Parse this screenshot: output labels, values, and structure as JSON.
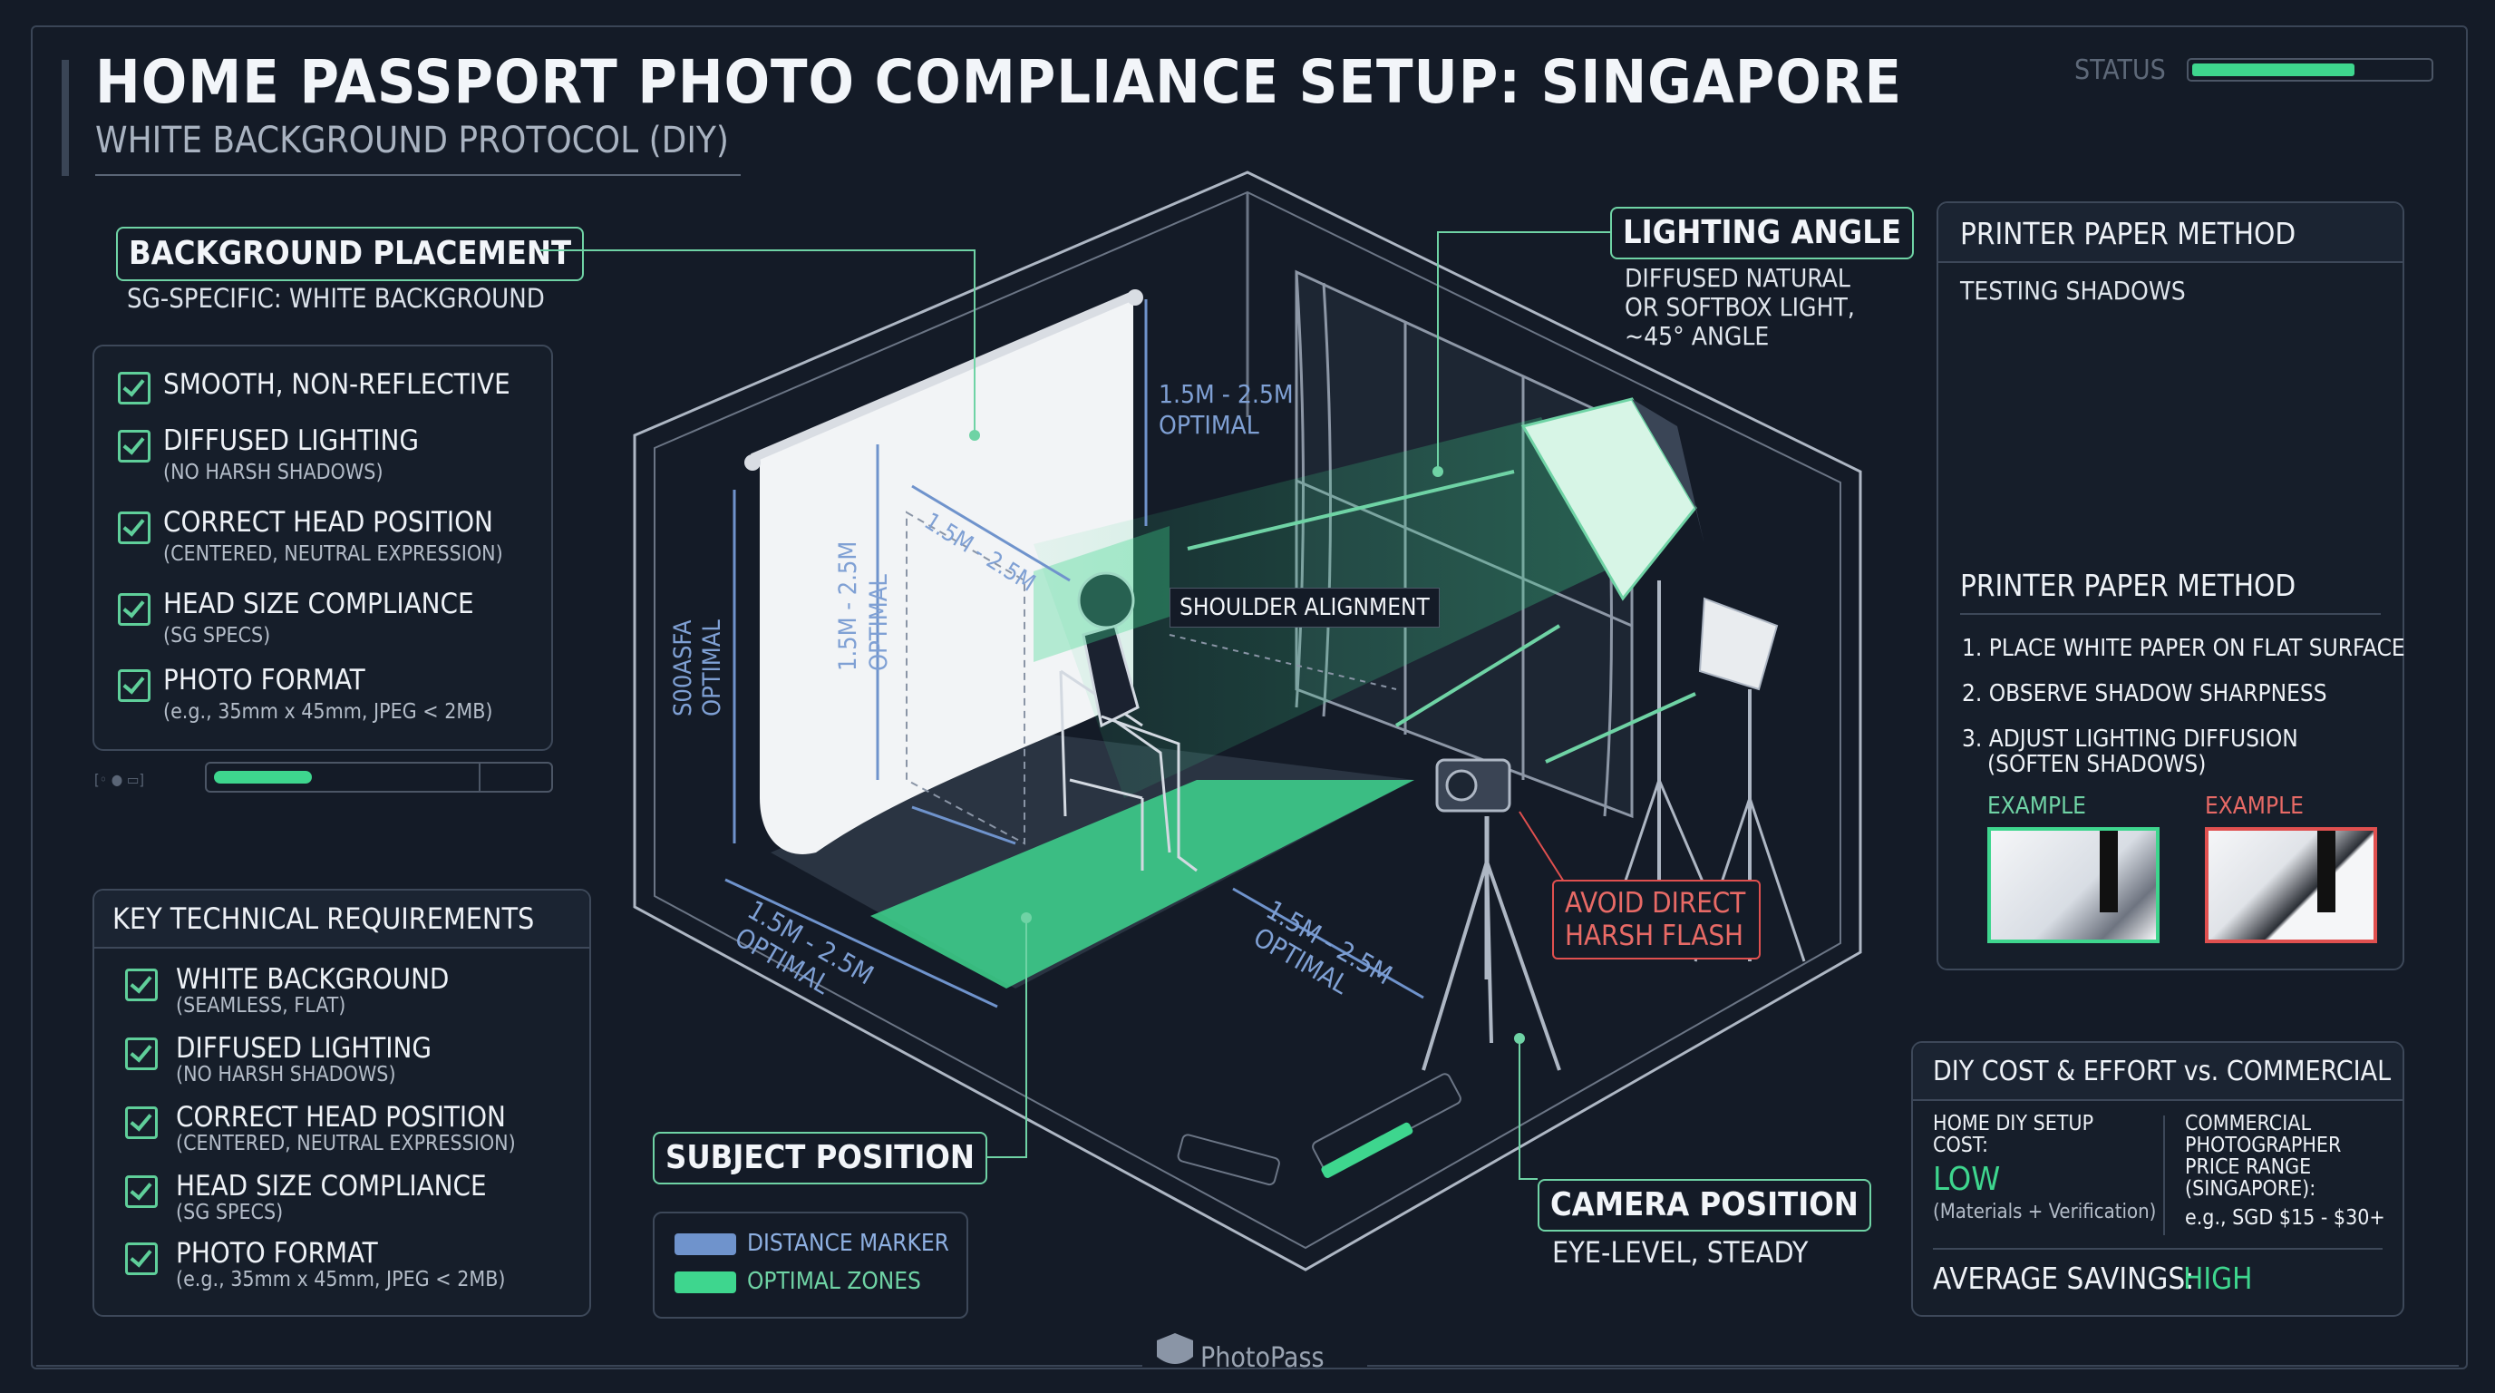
{
  "header": {
    "title": "HOME PASSPORT PHOTO COMPLIANCE SETUP: SINGAPORE",
    "subtitle": "WHITE BACKGROUND PROTOCOL (DIY)",
    "status_label": "STATUS",
    "status_progress": 0.7
  },
  "background_placement": {
    "title": "BACKGROUND PLACEMENT",
    "subtitle": "SG-SPECIFIC: WHITE BACKGROUND",
    "items": [
      {
        "main": "SMOOTH, NON-REFLECTIVE",
        "sub": ""
      },
      {
        "main": "DIFFUSED LIGHTING",
        "sub": "(NO HARSH SHADOWS)"
      },
      {
        "main": "CORRECT HEAD POSITION",
        "sub": "(CENTERED, NEUTRAL EXPRESSION)"
      },
      {
        "main": "HEAD SIZE COMPLIANCE",
        "sub": "(SG SPECS)"
      },
      {
        "main": "PHOTO FORMAT",
        "sub": "(e.g., 35mm x 45mm, JPEG < 2MB)"
      }
    ],
    "progress": 0.3
  },
  "key_requirements": {
    "title": "KEY TECHNICAL REQUIREMENTS",
    "items": [
      {
        "main": "WHITE BACKGROUND",
        "sub": "(SEAMLESS, FLAT)"
      },
      {
        "main": "DIFFUSED LIGHTING",
        "sub": "(NO HARSH SHADOWS)"
      },
      {
        "main": "CORRECT HEAD POSITION",
        "sub": "(CENTERED, NEUTRAL EXPRESSION)"
      },
      {
        "main": "HEAD SIZE COMPLIANCE",
        "sub": "(SG SPECS)"
      },
      {
        "main": "PHOTO FORMAT",
        "sub": "(e.g., 35mm x 45mm, JPEG < 2MB)"
      }
    ]
  },
  "diagram": {
    "lighting_angle": {
      "title": "LIGHTING ANGLE",
      "lines": [
        "DIFFUSED NATURAL",
        "OR SOFTBOX LIGHT,",
        "~45° ANGLE"
      ]
    },
    "height_label": [
      "1.5M - 2.5M",
      "OPTIMAL"
    ],
    "back_diag_label": "1.5M - 2.5M",
    "backdrop_vertical_label": [
      "1.5M - 2.5M",
      "OPTIMAL"
    ],
    "left_vertical_label": [
      "S00ASFA",
      "OPTIMAL"
    ],
    "shoulder_alignment": "SHOULDER ALIGNMENT",
    "floor_left_label": [
      "1.5M - 2.5M",
      "OPTIMAL"
    ],
    "floor_right_label": [
      "1.5M - 2.5M",
      "OPTIMAL"
    ],
    "avoid_flash": [
      "AVOID DIRECT",
      "HARSH FLASH"
    ],
    "subject_position": "SUBJECT POSITION",
    "camera_position": {
      "title": "CAMERA POSITION",
      "subtitle": "EYE-LEVEL, STEADY"
    },
    "legend": [
      {
        "label": "DISTANCE MARKER",
        "color": "#6f93cc"
      },
      {
        "label": "OPTIMAL ZONES",
        "color": "#3ed68e"
      }
    ]
  },
  "printer_paper": {
    "title": "PRINTER PAPER METHOD",
    "testing": "TESTING SHADOWS",
    "method_title": "PRINTER PAPER METHOD",
    "steps": [
      "1. PLACE WHITE PAPER ON FLAT SURFACE",
      "2. OBSERVE SHADOW SHARPNESS",
      "3. ADJUST LIGHTING DIFFUSION"
    ],
    "step3_sub": "(SOFTEN SHADOWS)",
    "example_good": "EXAMPLE",
    "example_bad": "EXAMPLE"
  },
  "cost": {
    "title": "DIY COST & EFFORT vs. COMMERCIAL",
    "home_label": [
      "HOME DIY SETUP",
      "COST:"
    ],
    "home_value": "LOW",
    "home_note": "(Materials + Verification)",
    "commercial_label": [
      "COMMERCIAL",
      "PHOTOGRAPHER",
      "PRICE RANGE",
      "(SINGAPORE):"
    ],
    "commercial_value": "e.g., SGD $15 - $30+",
    "savings_label": "AVERAGE SAVINGS:",
    "savings_value": "HIGH"
  },
  "footer": {
    "brand": "PhotoPass"
  },
  "colors": {
    "accent": "#3ed68e",
    "distance": "#6f93cc",
    "warning": "#e0504f",
    "background": "#141b27"
  }
}
